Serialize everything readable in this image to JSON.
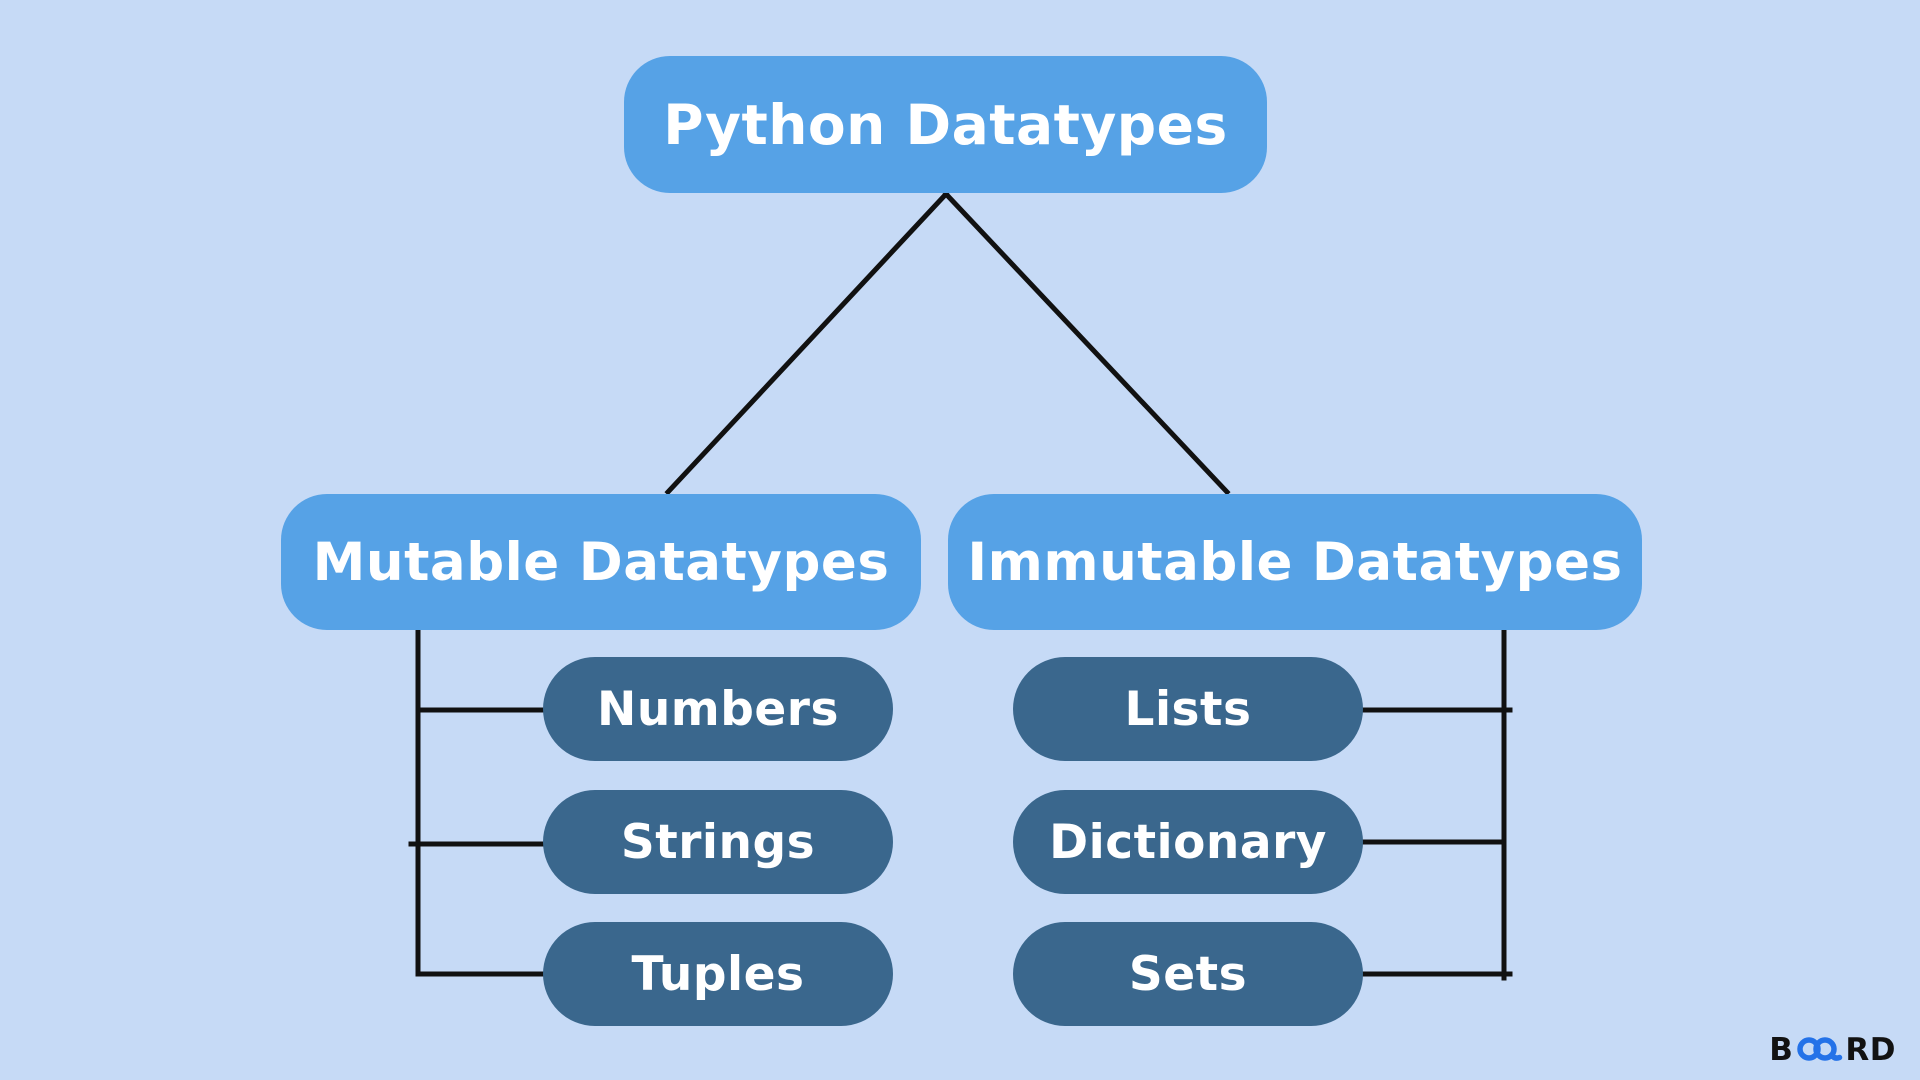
{
  "colors": {
    "background": "#c6daf6",
    "primary_node_fill": "#56a2e6",
    "secondary_node_fill": "#3a678d",
    "node_text": "#ffffff",
    "connector_line": "#111111",
    "logo_text": "#121212",
    "logo_accent": "#2472e8"
  },
  "diagram": {
    "root": {
      "label": "Python Datatypes"
    },
    "branches": [
      {
        "label": "Mutable Datatypes",
        "children": [
          "Numbers",
          "Strings",
          "Tuples"
        ]
      },
      {
        "label": "Immutable Datatypes",
        "children": [
          "Lists",
          "Dictionary",
          "Sets"
        ]
      }
    ]
  },
  "logo": {
    "b": "B",
    "rd": "RD",
    "infinity": "infinity-icon"
  }
}
